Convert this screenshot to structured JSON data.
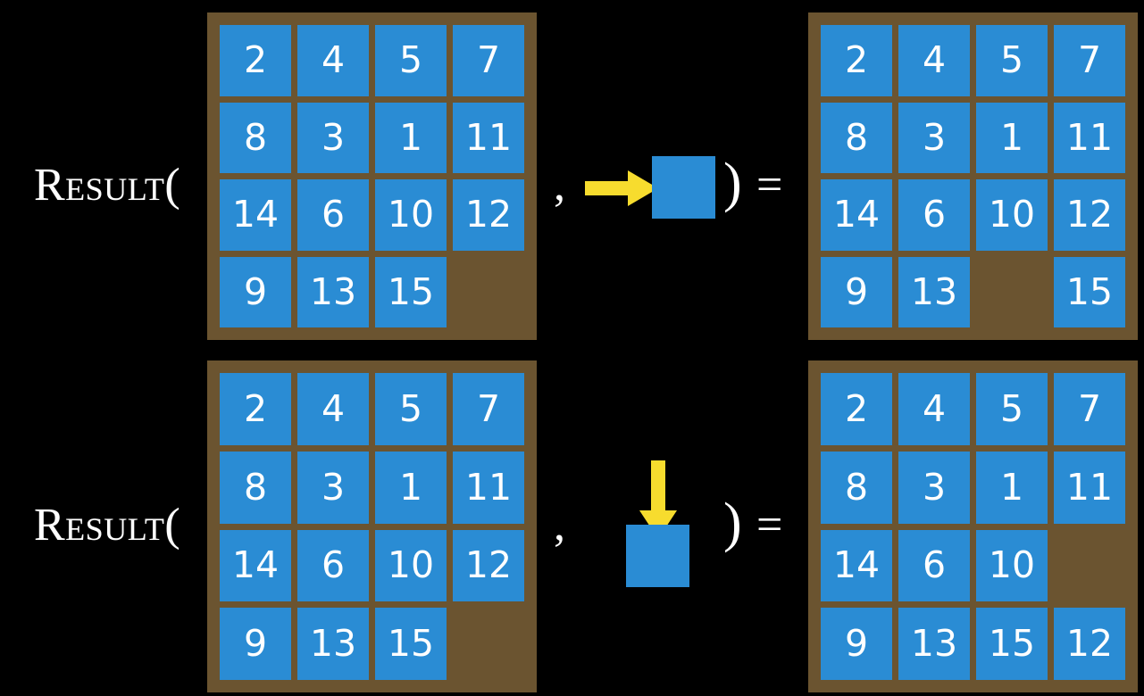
{
  "background_color": "#000000",
  "board_color": "#6B5430",
  "tile_color": "#2A8CD4",
  "tile_text_color": "#ffffff",
  "arrow_color": "#F7DC2E",
  "text_color": "#ffffff",
  "rows": [
    {
      "id": "row-right-move",
      "label": "Result(",
      "comma": ",",
      "close_paren": ")",
      "equals": "=",
      "operand": {
        "arrow_direction": "right",
        "arrow_icon": "arrow-right-icon",
        "square_label": ""
      },
      "input_grid": {
        "caption": "input-state",
        "cells": [
          [
            "2",
            "4",
            "5",
            "7"
          ],
          [
            "8",
            "3",
            "1",
            "11"
          ],
          [
            "14",
            "6",
            "10",
            "12"
          ],
          [
            "9",
            "13",
            "15",
            ""
          ]
        ]
      },
      "output_grid": {
        "caption": "output-state",
        "cells": [
          [
            "2",
            "4",
            "5",
            "7"
          ],
          [
            "8",
            "3",
            "1",
            "11"
          ],
          [
            "14",
            "6",
            "10",
            "12"
          ],
          [
            "9",
            "13",
            "",
            "15"
          ]
        ]
      }
    },
    {
      "id": "row-down-move",
      "label": "Result(",
      "comma": ",",
      "close_paren": ")",
      "equals": "=",
      "operand": {
        "arrow_direction": "down",
        "arrow_icon": "arrow-down-icon",
        "square_label": ""
      },
      "input_grid": {
        "caption": "input-state",
        "cells": [
          [
            "2",
            "4",
            "5",
            "7"
          ],
          [
            "8",
            "3",
            "1",
            "11"
          ],
          [
            "14",
            "6",
            "10",
            "12"
          ],
          [
            "9",
            "13",
            "15",
            ""
          ]
        ]
      },
      "output_grid": {
        "caption": "output-state",
        "cells": [
          [
            "2",
            "4",
            "5",
            "7"
          ],
          [
            "8",
            "3",
            "1",
            "11"
          ],
          [
            "14",
            "6",
            "10",
            ""
          ],
          [
            "9",
            "13",
            "15",
            "12"
          ]
        ]
      }
    }
  ]
}
